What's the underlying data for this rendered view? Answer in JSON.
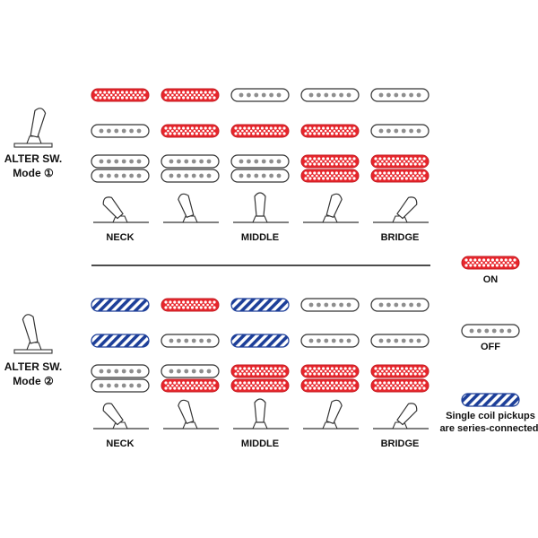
{
  "positions": [
    "NECK",
    "",
    "MIDDLE",
    "",
    "BRIDGE"
  ],
  "modes": [
    {
      "label_line1": "ALTER SW.",
      "label_line2": "Mode ①",
      "rows": [
        [
          "on",
          "on",
          "off",
          "off",
          "off"
        ],
        [
          "off",
          "on",
          "on",
          "on",
          "off"
        ],
        [
          [
            "off",
            "off"
          ],
          [
            "off",
            "off"
          ],
          [
            "off",
            "off"
          ],
          [
            "on",
            "on"
          ],
          [
            "on",
            "on"
          ]
        ]
      ]
    },
    {
      "label_line1": "ALTER SW.",
      "label_line2": "Mode ②",
      "rows": [
        [
          "series",
          "on",
          "series",
          "off",
          "off"
        ],
        [
          "series",
          "off",
          "series",
          "off",
          "off"
        ],
        [
          [
            "off",
            "off"
          ],
          [
            "off",
            "on"
          ],
          [
            "on",
            "on"
          ],
          [
            "on",
            "on"
          ],
          [
            "on",
            "on"
          ]
        ]
      ]
    }
  ],
  "legend": {
    "on_label": "ON",
    "off_label": "OFF",
    "series_label_line1": "Single coil pickups",
    "series_label_line2": "are series-connected."
  },
  "colors": {
    "on": "#e8272d",
    "series_blue": "#1d3f99",
    "outline": "#333333"
  }
}
